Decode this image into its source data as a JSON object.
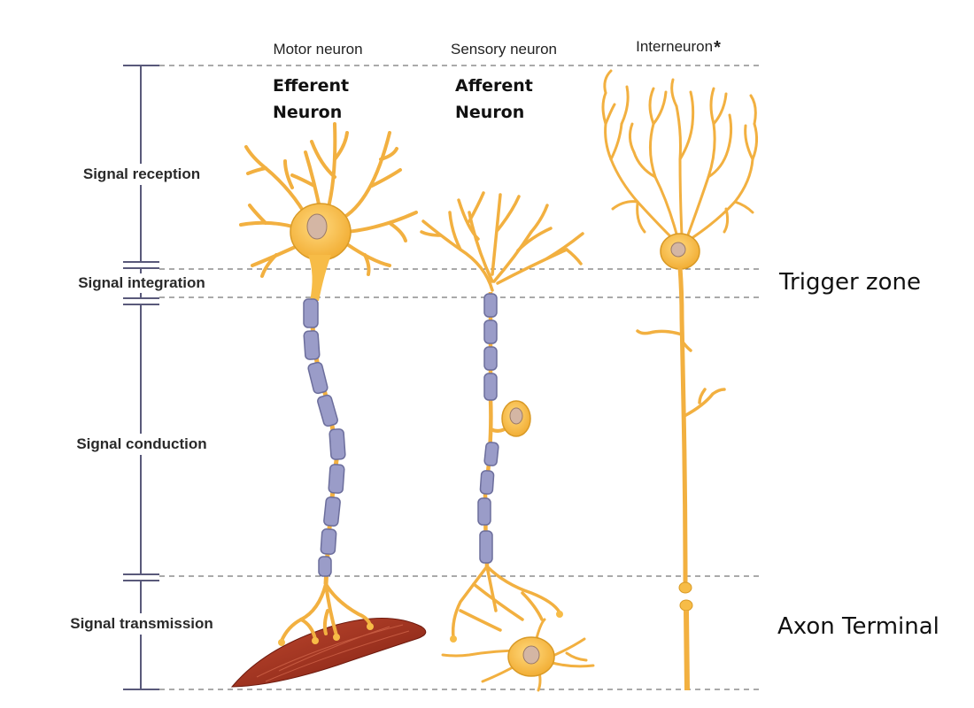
{
  "columns": {
    "motor": "Motor neuron",
    "sensory": "Sensory neuron",
    "interneuron": "Interneuron",
    "interneuron_mark": "*"
  },
  "types": {
    "motor_line1": "Efferent",
    "motor_line2": "Neuron",
    "sensory_line1": "Afferent",
    "sensory_line2": "Neuron"
  },
  "stages": {
    "reception": "Signal reception",
    "integration": "Signal integration",
    "conduction": "Signal conduction",
    "transmission": "Signal transmission"
  },
  "annotations": {
    "trigger_zone": "Trigger zone",
    "axon_terminal": "Axon Terminal"
  },
  "colors": {
    "neuron_fill": "#F7BC47",
    "neuron_outline": "#D99A26",
    "myelin": "#9A9CC8",
    "myelin_outline": "#6C6E9C",
    "muscle": "#A2311E",
    "bracket": "#59597A",
    "guide_line": "#555555"
  }
}
